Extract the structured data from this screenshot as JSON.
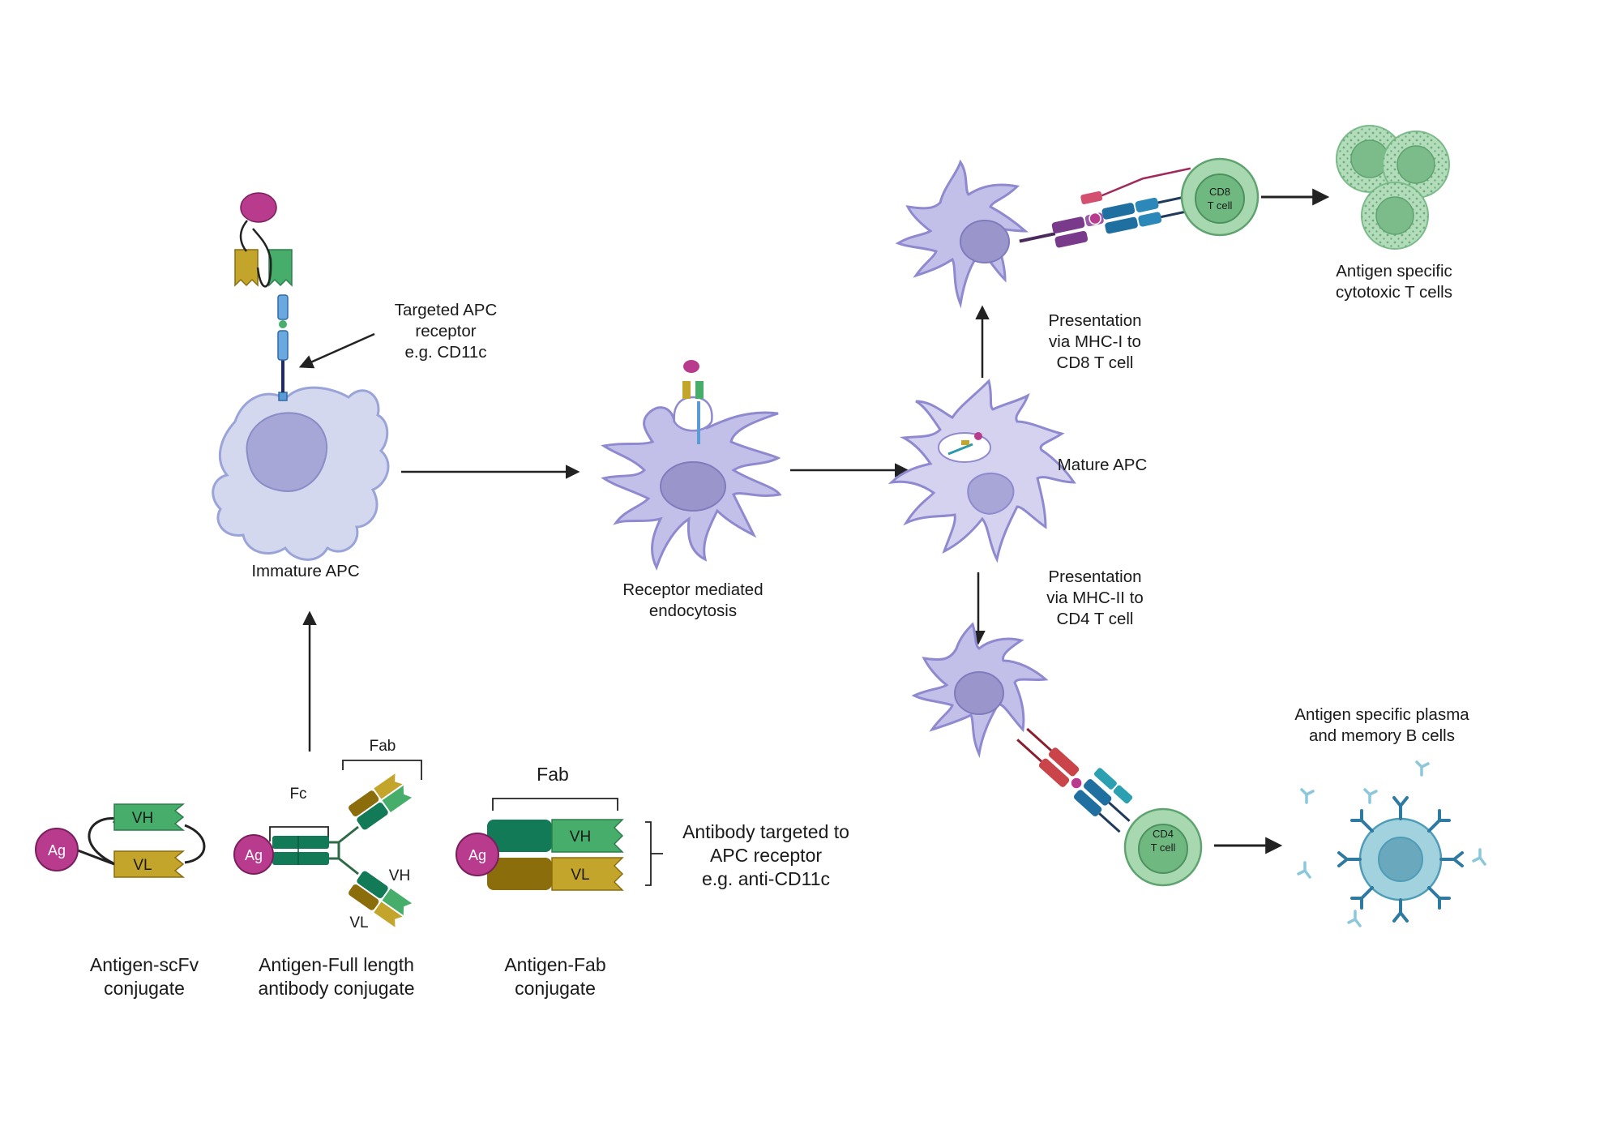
{
  "labels": {
    "targeted_receptor": [
      "Targeted APC",
      "receptor",
      "e.g. CD11c"
    ],
    "immature_apc": "Immature APC",
    "receptor_endocytosis": [
      "Receptor mediated",
      "endocytosis"
    ],
    "mature_apc": "Mature APC",
    "presentation_mhc1": [
      "Presentation",
      "via MHC-I to",
      "CD8 T cell"
    ],
    "presentation_mhc2": [
      "Presentation",
      "via MHC-II to",
      "CD4 T cell"
    ],
    "cytotoxic": [
      "Antigen specific",
      "cytotoxic T cells"
    ],
    "plasma_memory": [
      "Antigen specific plasma",
      "and memory B cells"
    ],
    "antibody_targeted": [
      "Antibody targeted to",
      "APC receptor",
      "e.g. anti-CD11c"
    ],
    "scfv_conjugate": [
      "Antigen-scFv",
      "conjugate"
    ],
    "full_length_conjugate": [
      "Antigen-Full length",
      "antibody conjugate"
    ],
    "fab_conjugate": [
      "Antigen-Fab",
      "conjugate"
    ]
  },
  "glyphs": {
    "ag": "Ag",
    "vh": "VH",
    "vl": "VL",
    "fc": "Fc",
    "fab": "Fab",
    "cd8_cell": [
      "CD8",
      "T cell"
    ],
    "cd4_cell": [
      "CD4",
      "T cell"
    ]
  },
  "colors": {
    "antigen": "#b83b8e",
    "vh": "#46ad6a",
    "vl": "#c4a52c",
    "heavy_dark": "#137a58",
    "light_dark": "#8b6d0c",
    "apc_immature": "#d3d8ee",
    "apc": "#c2c0e8",
    "apc_nucleus": "#9a96cc",
    "tcell": "#9fd3a7",
    "bcell": "#a3d2df",
    "receptor": "#5b9bd5",
    "arrow": "#222222"
  }
}
